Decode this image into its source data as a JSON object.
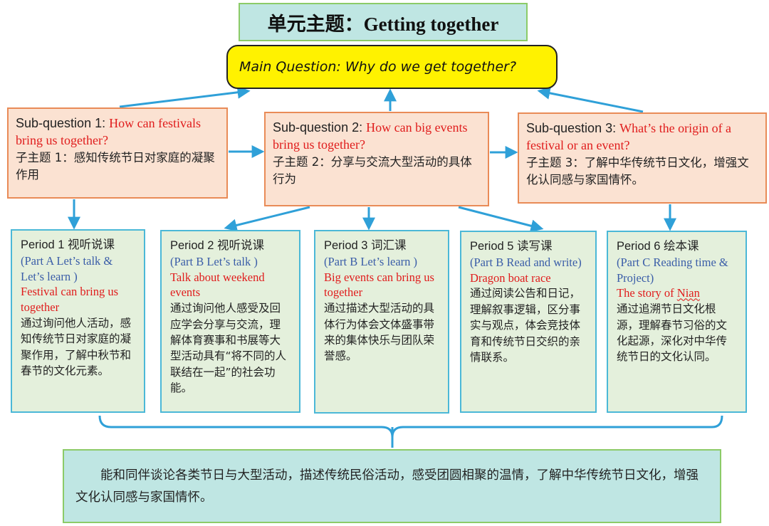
{
  "unit_title": "单元主题：Getting together",
  "main_question": "Main Question: Why do we get together?",
  "sub_questions": [
    {
      "label": "Sub-question 1: ",
      "question": "How can festivals bring us together?",
      "cn": "子主题 1：感知传统节日对家庭的凝聚作用"
    },
    {
      "label": "Sub-question 2: ",
      "question": "How can big events bring us together?",
      "cn": "子主题 2：分享与交流大型活动的具体行为"
    },
    {
      "label": "Sub-question 3: ",
      "question": "What’s the origin of a festival or an event?",
      "cn": "子主题 3：了解中华传统节日文化，增强文化认同感与家国情怀。"
    }
  ],
  "periods": [
    {
      "label": "Period 1  视听说课",
      "part": "(Part A Let’s talk & Let’s learn )",
      "topic": "Festival can bring us together",
      "cn": "通过询问他人活动，感知传统节日对家庭的凝聚作用，了解中秋节和春节的文化元素。"
    },
    {
      "label": "Period 2  视听说课",
      "part": "(Part B Let’s talk )",
      "topic": "Talk about weekend events",
      "cn": "通过询问他人感受及回应学会分享与交流，理解体育赛事和书展等大型活动具有“将不同的人联结在一起”的社会功能。"
    },
    {
      "label": "Period 3  词汇课",
      "part": "(Part B Let’s learn )",
      "topic": "Big events can bring us together",
      "cn": "通过描述大型活动的具体行为体会文体盛事带来的集体快乐与团队荣誉感。"
    },
    {
      "label": "Period 5  读写课",
      "part": "(Part B Read and write)",
      "topic": "Dragon boat race",
      "cn": "通过阅读公告和日记，理解叙事逻辑，区分事实与观点，体会竞技体育和传统节日交织的亲情联系。"
    },
    {
      "label": "Period 6  绘本课",
      "part": "(Part C Reading time & Project)",
      "topic_prefix": "The story of ",
      "topic_word": "Nian",
      "cn": "通过追溯节日文化根源，理解春节习俗的文化起源，深化对中华传统节日的文化认同。"
    }
  ],
  "goal": "能和同伴谈论各类节日与大型活动，描述传统民俗活动，感受团圆相聚的温情，了解中华传统节日文化，增强文化认同感与家国情怀。",
  "colors": {
    "title_bg": "#bfe6e3",
    "main_question_bg": "#fff200",
    "sub_question_bg": "#fbe2d2",
    "period_bg": "#e4f0dc",
    "arrow": "#2fa0d8",
    "red_text": "#e01c1c",
    "blue_text": "#3a5da8"
  }
}
